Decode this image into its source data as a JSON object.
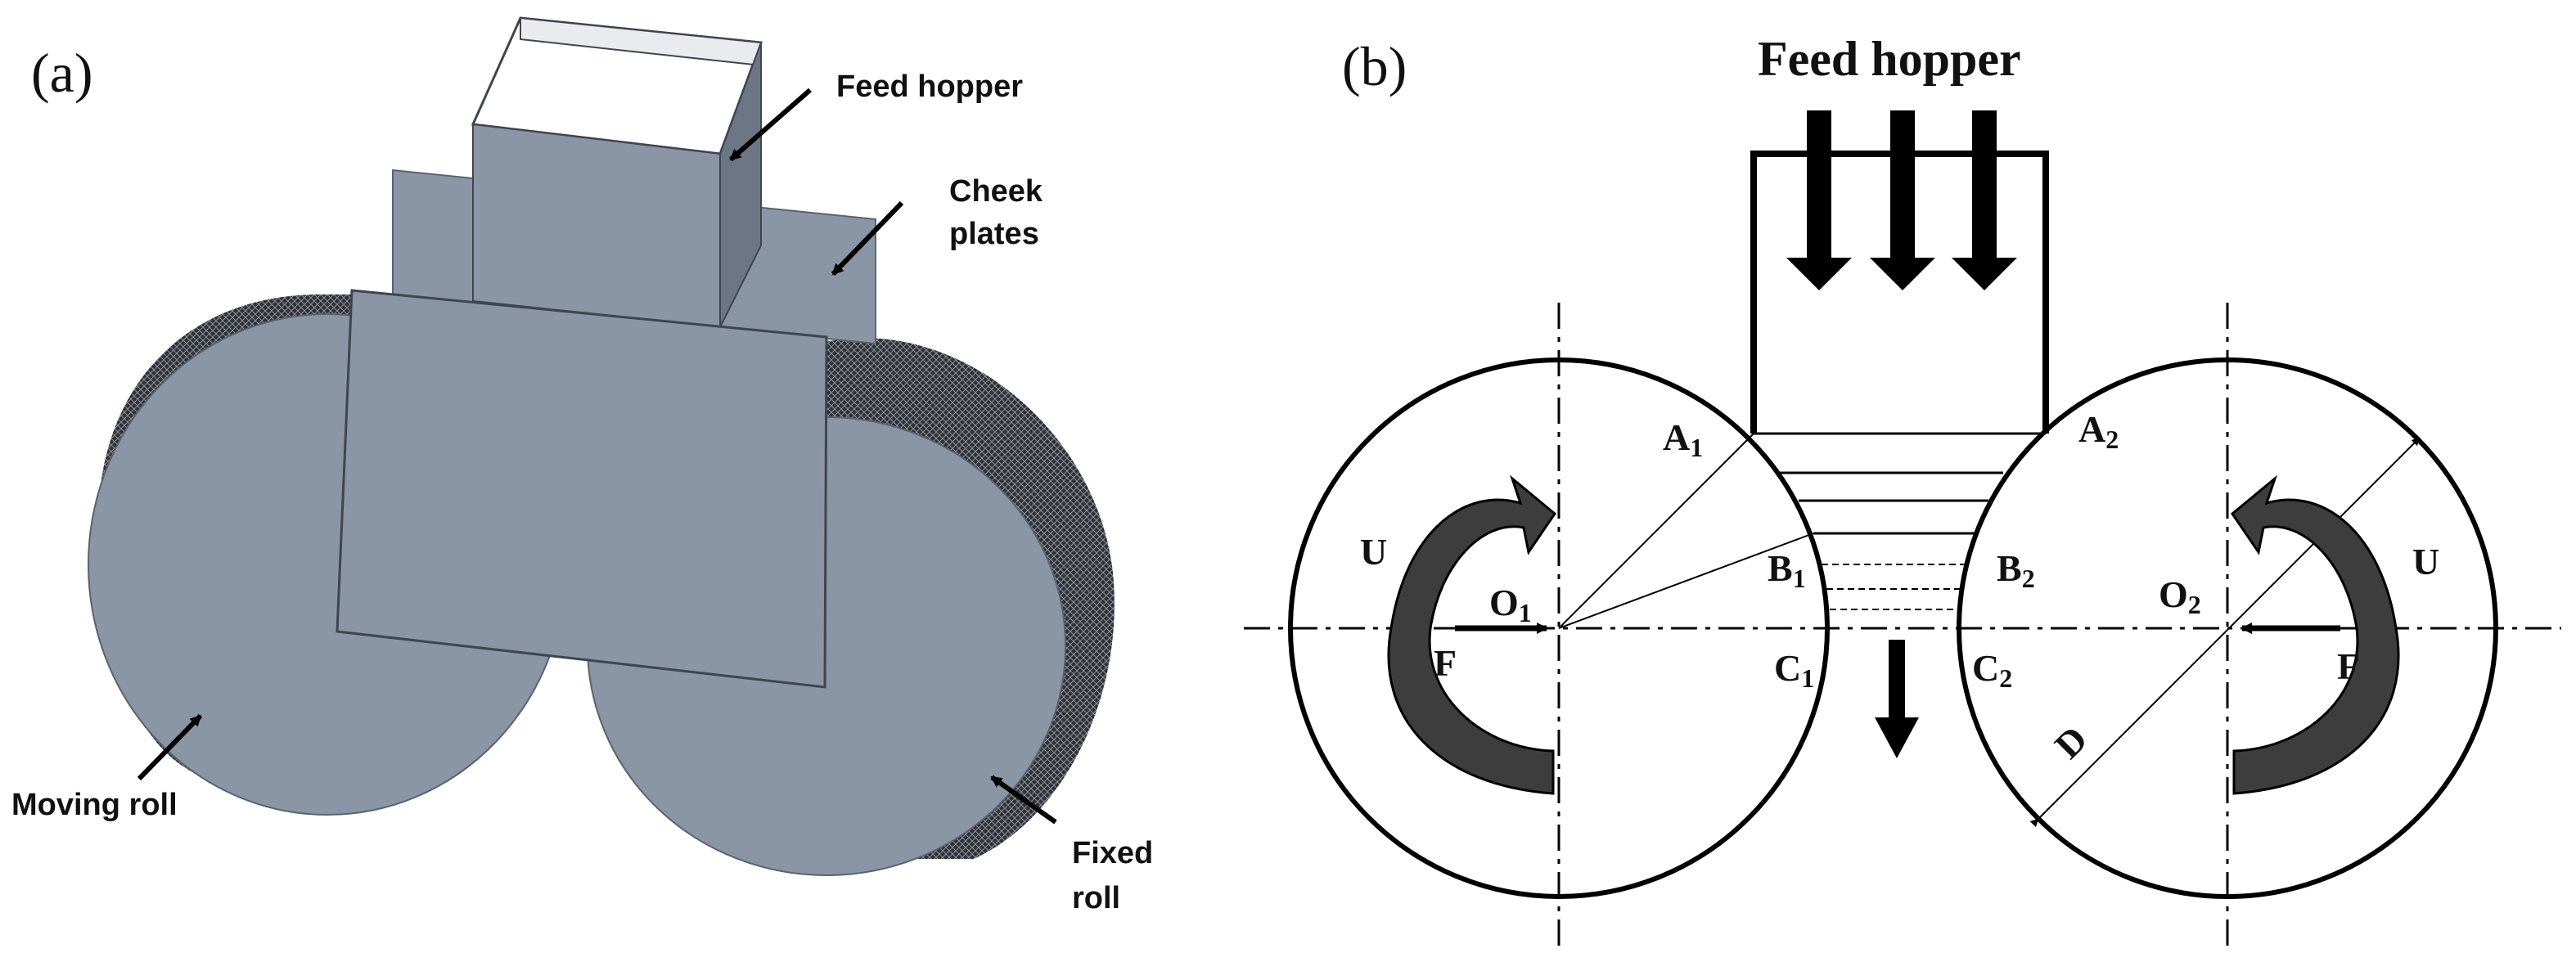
{
  "panel_a": {
    "label": "(a)",
    "feed_hopper": "Feed hopper",
    "cheek_plates": [
      "Cheek",
      "plates"
    ],
    "moving_roll": "Moving roll",
    "fixed_roll": [
      "Fixed",
      "roll"
    ]
  },
  "panel_b": {
    "label": "(b)",
    "feed_hopper": "Feed hopper",
    "points": {
      "A": "A",
      "one": "1",
      "two": "2",
      "B": "B",
      "C": "C",
      "O": "O"
    },
    "U": "U",
    "F": "F",
    "D": "D"
  },
  "colors": {
    "roll_face": "#8a95a5",
    "roll_face_dark": "#6c7685",
    "roll_mesh": "#3a3d44",
    "arrow_fill": "#3d3d3d",
    "line": "#000000"
  }
}
